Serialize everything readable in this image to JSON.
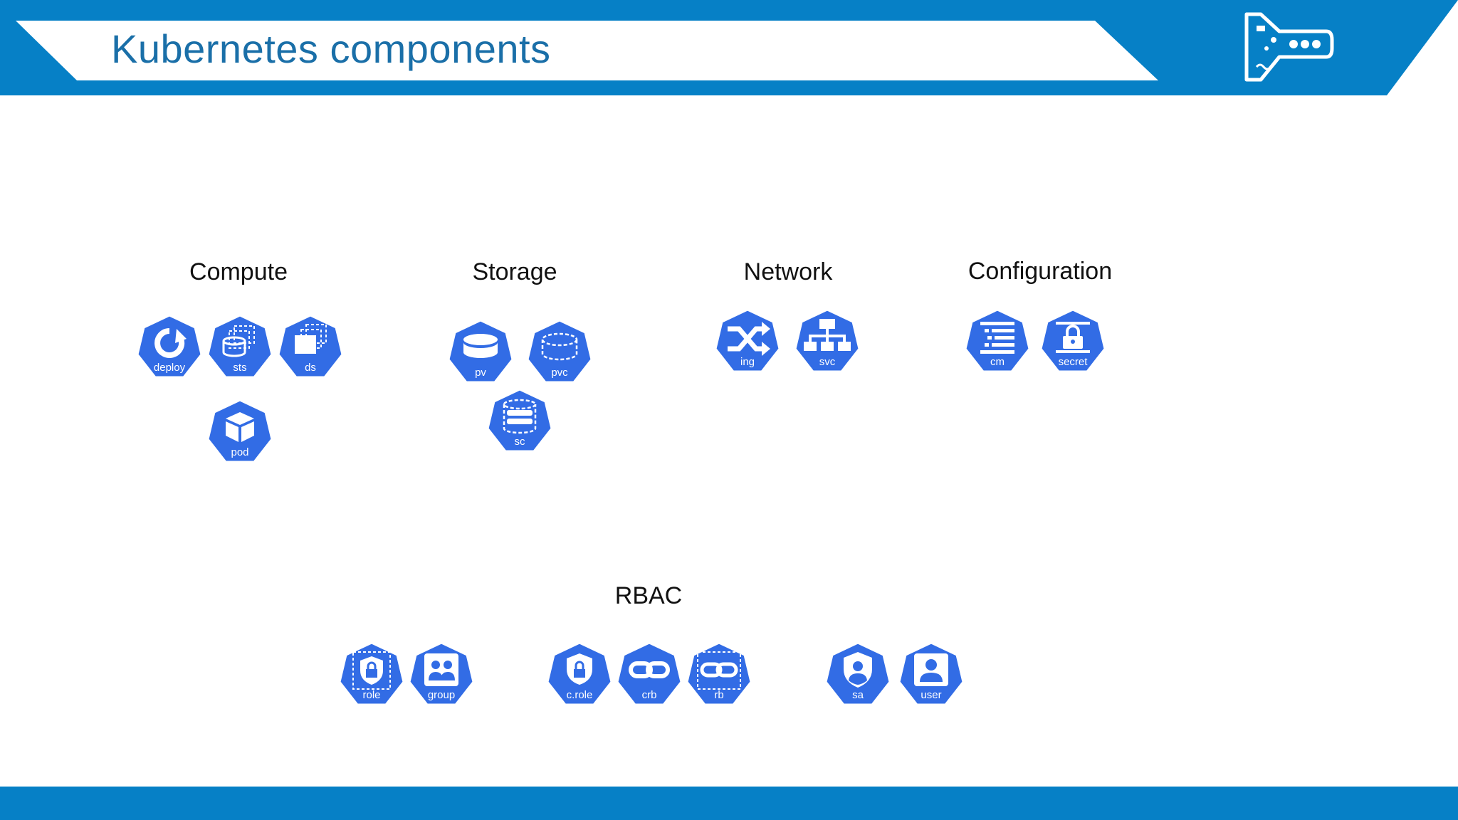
{
  "slide": {
    "title": "Kubernetes components"
  },
  "colors": {
    "brand_blue": "#0680c6",
    "icon_blue": "#326ce5",
    "title_color": "#1a6fa8"
  },
  "groups": {
    "compute": "Compute",
    "storage": "Storage",
    "network": "Network",
    "configuration": "Configuration",
    "rbac": "RBAC"
  },
  "icons": {
    "deploy": "deploy",
    "sts": "sts",
    "ds": "ds",
    "pod": "pod",
    "pv": "pv",
    "pvc": "pvc",
    "sc": "sc",
    "ing": "ing",
    "svc": "svc",
    "cm": "cm",
    "secret": "secret",
    "role": "role",
    "group": "group",
    "crole": "c.role",
    "crb": "crb",
    "rb": "rb",
    "sa": "sa",
    "user": "user"
  }
}
